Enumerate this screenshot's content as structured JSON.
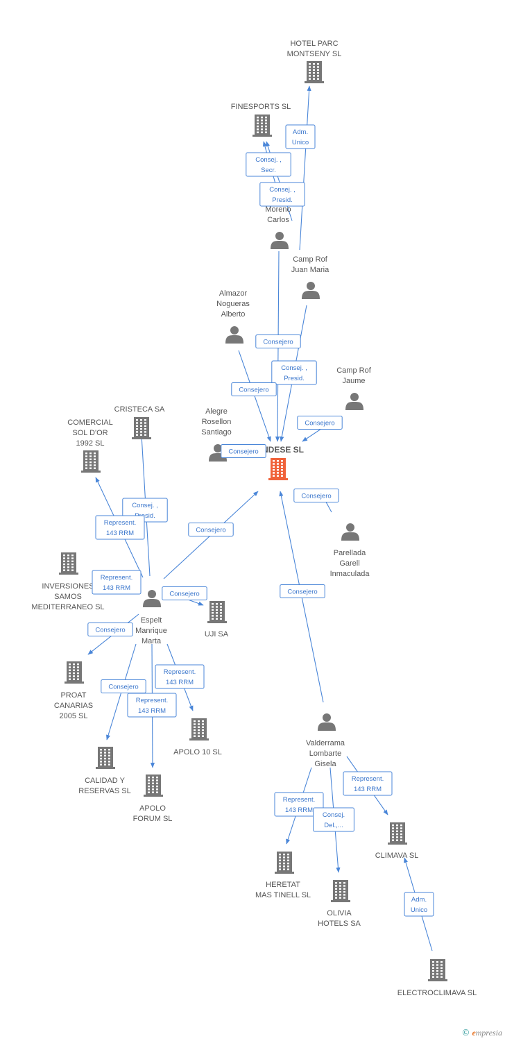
{
  "colors": {
    "edge": "#4a86d8",
    "company_icon": "#777777",
    "main_icon": "#f0623a",
    "person_icon": "#777777"
  },
  "nodes": [
    {
      "id": "hotel_parc",
      "type": "company",
      "label": [
        "HOTEL PARC",
        "MONTSENY SL"
      ]
    },
    {
      "id": "finesports",
      "type": "company",
      "label": [
        "FINESPORTS SL"
      ]
    },
    {
      "id": "moreno",
      "type": "person",
      "label": [
        "R",
        "Moreno",
        "Carlos"
      ]
    },
    {
      "id": "camp_juan",
      "type": "person",
      "label": [
        "Camp Rof",
        "Juan Maria"
      ]
    },
    {
      "id": "almazor",
      "type": "person",
      "label": [
        "Almazor",
        "Nogueras",
        "Alberto"
      ]
    },
    {
      "id": "camp_jaume",
      "type": "person",
      "label": [
        "Camp Rof",
        "Jaume"
      ]
    },
    {
      "id": "alegre",
      "type": "person",
      "label": [
        "Alegre",
        "Rosellon",
        "Santiago"
      ]
    },
    {
      "id": "main",
      "type": "main",
      "label": [
        "NDESE SL"
      ]
    },
    {
      "id": "cristeca",
      "type": "company",
      "label": [
        "CRISTECA SA"
      ]
    },
    {
      "id": "comercial",
      "type": "company",
      "label": [
        "COMERCIAL",
        "SOL D'OR",
        "1992 SL"
      ]
    },
    {
      "id": "parellada",
      "type": "person",
      "label": [
        "Parellada",
        "Garell",
        "Inmaculada"
      ]
    },
    {
      "id": "inversiones",
      "type": "company",
      "label": [
        "INVERSIONES",
        "SAMOS",
        "MEDITERRANEO SL"
      ]
    },
    {
      "id": "espelt",
      "type": "person",
      "label": [
        "Espelt",
        "Manrique",
        "Marta"
      ]
    },
    {
      "id": "uji",
      "type": "company",
      "label": [
        "UJI SA"
      ]
    },
    {
      "id": "proat",
      "type": "company",
      "label": [
        "PROAT",
        "CANARIAS",
        "2005 SL"
      ]
    },
    {
      "id": "apolo10",
      "type": "company",
      "label": [
        "APOLO 10 SL"
      ]
    },
    {
      "id": "calidad",
      "type": "company",
      "label": [
        "CALIDAD Y",
        "RESERVAS SL"
      ]
    },
    {
      "id": "apolo_forum",
      "type": "company",
      "label": [
        "APOLO",
        "FORUM SL"
      ]
    },
    {
      "id": "valderrama",
      "type": "person",
      "label": [
        "Valderrama",
        "Lombarte",
        "Gisela"
      ]
    },
    {
      "id": "climava",
      "type": "company",
      "label": [
        "CLIMAVA SL"
      ]
    },
    {
      "id": "heretat",
      "type": "company",
      "label": [
        "HERETAT",
        "MAS TINELL SL"
      ]
    },
    {
      "id": "olivia",
      "type": "company",
      "label": [
        "OLIVIA",
        "HOTELS SA"
      ]
    },
    {
      "id": "electroclimava",
      "type": "company",
      "label": [
        "ELECTROCLIMAVA SL"
      ]
    }
  ],
  "edges": [
    {
      "from": "camp_juan",
      "to": "hotel_parc",
      "label": [
        "Adm.",
        "Unico"
      ]
    },
    {
      "from": "moreno",
      "to": "finesports",
      "label": [
        "Consej. ,",
        "Secr."
      ]
    },
    {
      "from": "camp_juan",
      "to": "finesports",
      "label": [
        "Consej. ,",
        "Presid."
      ]
    },
    {
      "from": "moreno",
      "to": "main",
      "label": [
        "Consejero"
      ]
    },
    {
      "from": "camp_juan",
      "to": "main",
      "label": [
        "Consej. ,",
        "Presid."
      ]
    },
    {
      "from": "almazor",
      "to": "main",
      "label": [
        "Consejero"
      ]
    },
    {
      "from": "camp_jaume",
      "to": "main",
      "label": [
        "Consejero"
      ]
    },
    {
      "from": "alegre",
      "to": "main",
      "label": [
        "Consejero"
      ]
    },
    {
      "from": "parellada",
      "to": "main",
      "label": [
        "Consejero"
      ]
    },
    {
      "from": "espelt",
      "to": "main",
      "label": [
        "Consejero"
      ]
    },
    {
      "from": "valderrama",
      "to": "main",
      "label": [
        "Consejero"
      ]
    },
    {
      "from": "espelt",
      "to": "cristeca",
      "label": [
        "Consej. ,",
        "Presid."
      ]
    },
    {
      "from": "espelt",
      "to": "comercial",
      "label": [
        "Represent.",
        "143 RRM"
      ]
    },
    {
      "from": "espelt",
      "to": "inversiones",
      "label": [
        "Represent.",
        "143 RRM"
      ]
    },
    {
      "from": "espelt",
      "to": "uji",
      "label": [
        "Consejero"
      ]
    },
    {
      "from": "espelt",
      "to": "proat",
      "label": [
        "Consejero"
      ]
    },
    {
      "from": "espelt",
      "to": "apolo10",
      "label": [
        "Represent.",
        "143 RRM"
      ]
    },
    {
      "from": "espelt",
      "to": "calidad",
      "label": [
        "Consejero"
      ]
    },
    {
      "from": "espelt",
      "to": "apolo_forum",
      "label": [
        "Represent.",
        "143 RRM"
      ]
    },
    {
      "from": "valderrama",
      "to": "climava",
      "label": [
        "Represent.",
        "143 RRM"
      ]
    },
    {
      "from": "valderrama",
      "to": "heretat",
      "label": [
        "Represent.",
        "143 RRM"
      ]
    },
    {
      "from": "valderrama",
      "to": "olivia",
      "label": [
        "Consej.",
        "Del.,..."
      ]
    },
    {
      "from": "electroclimava",
      "to": "climava",
      "label": [
        "Adm.",
        "Unico"
      ]
    }
  ],
  "brand": {
    "copyright": "©",
    "name_first": "e",
    "name_rest": "mpresia"
  }
}
